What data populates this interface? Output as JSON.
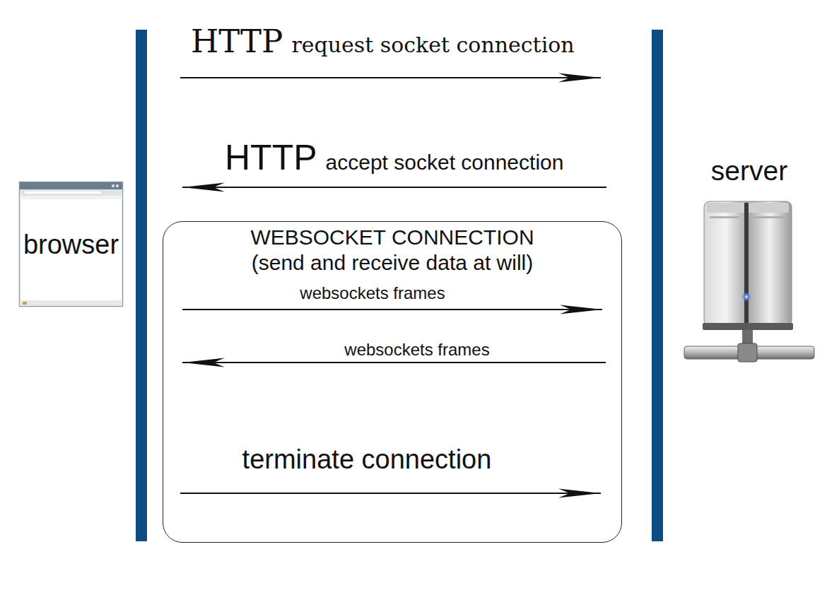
{
  "diagram": {
    "nodes": [
      {
        "text": [
          "browser"
        ]
      },
      {
        "text": [
          "server"
        ]
      },
      {
        "text": [
          "WEBSOCKET CONNECTION (send and receive data at will)"
        ]
      }
    ],
    "edges": [
      {
        "from": 0,
        "to": 1,
        "arrow": "to"
      },
      {
        "from": 1,
        "to": 0,
        "arrow": "to"
      },
      {
        "from": 0,
        "to": 1,
        "arrow": "to"
      },
      {
        "from": 1,
        "to": 0,
        "arrow": "to"
      },
      {
        "from": 0,
        "to": 1,
        "arrow": "to"
      }
    ],
    "labels": [
      "HTTP",
      "request socket connection",
      "HTTP",
      "accept socket connection",
      "websockets frames",
      "websockets frames",
      "terminate connection"
    ]
  }
}
